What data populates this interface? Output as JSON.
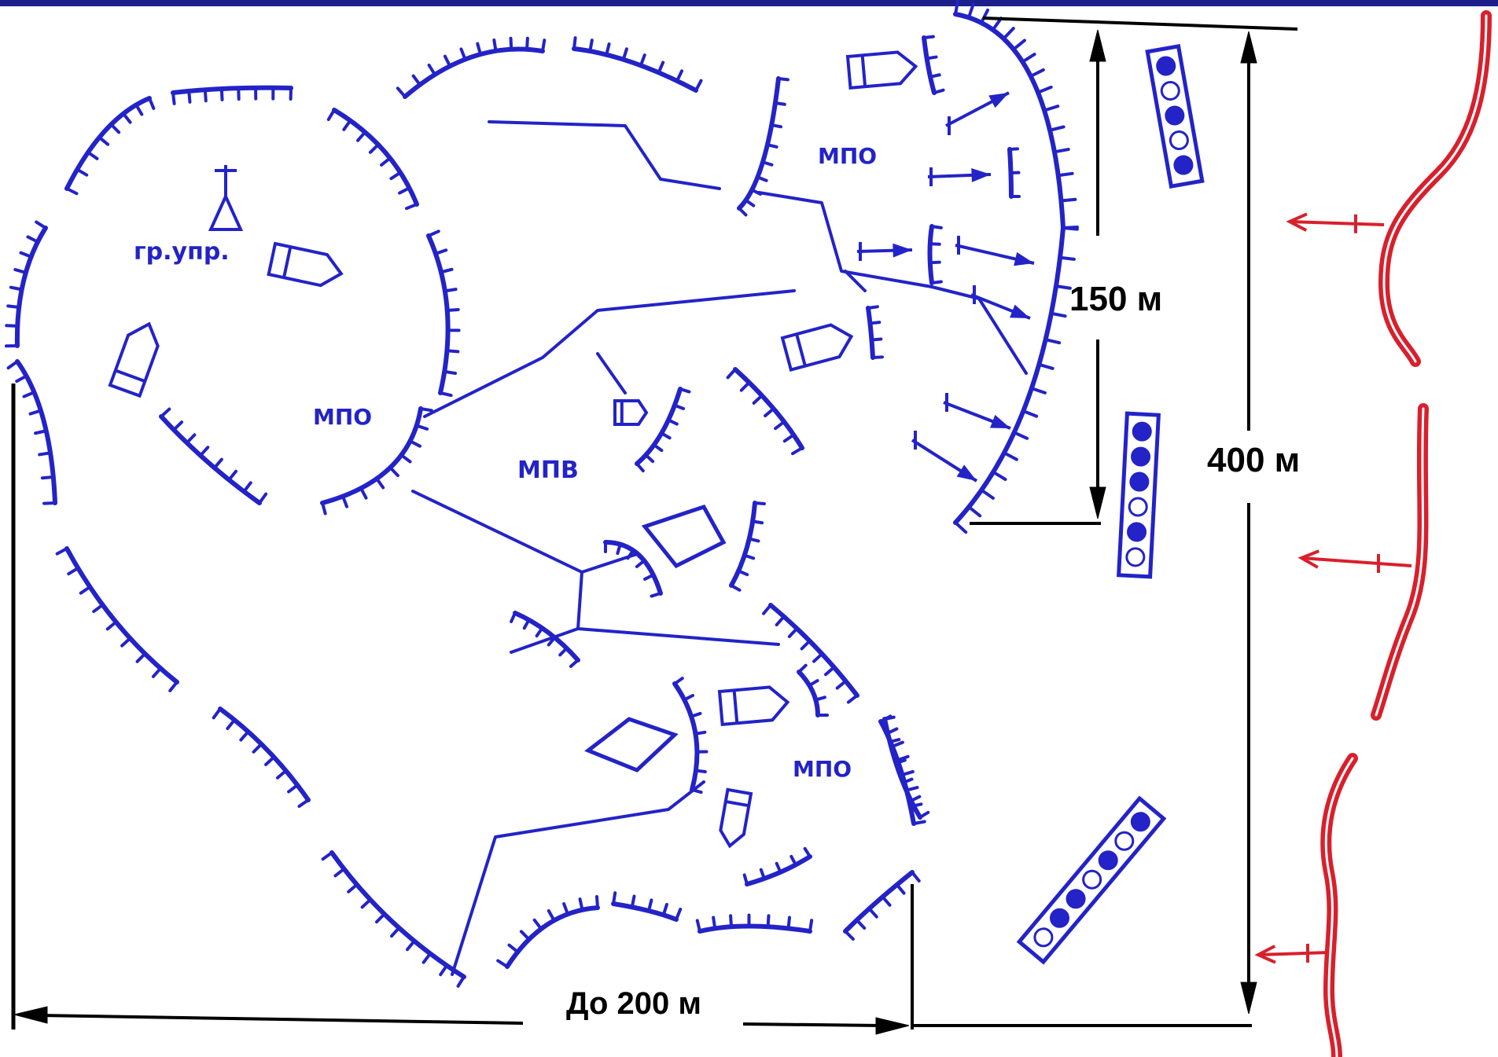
{
  "colors": {
    "friendly": "#2323c8",
    "enemy": "#d8202c",
    "dimension": "#000000",
    "top_bar": "#1c1f8c"
  },
  "labels": {
    "group_control": "гр.упр.",
    "platoon_position_top_left": "МПО",
    "platoon_position_top_right": "МПО",
    "platoon_position_bottom": "МПО",
    "reserve_position": "МПВ"
  },
  "dimensions": {
    "front_150": "150 м",
    "front_400": "400 м",
    "depth_200": "До 200 м"
  },
  "icons": {
    "command_post": "command-post-triangle-flag-icon",
    "vehicle": "bmp-vehicle-icon",
    "tank": "tank-rhombus-icon",
    "mine_row": "minefield-row-icon",
    "enemy_line": "enemy-trench-line-icon"
  }
}
